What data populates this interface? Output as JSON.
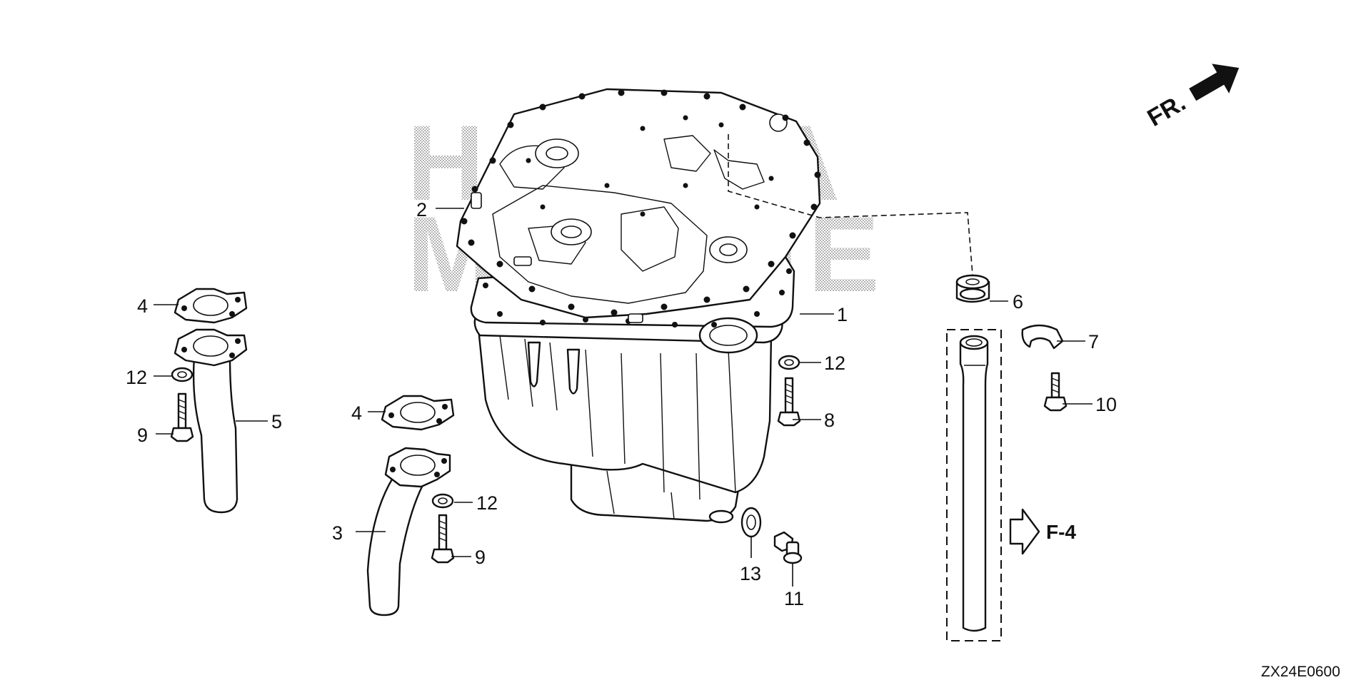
{
  "watermark": {
    "line1": "HONDA",
    "line2": "MARINE"
  },
  "orientation": {
    "label": "FR."
  },
  "reference": {
    "label": "F-4"
  },
  "diagram_code": "ZX24E0600",
  "callouts": {
    "c1": "1",
    "c2": "2",
    "c3": "3",
    "c4a": "4",
    "c4b": "4",
    "c5": "5",
    "c6": "6",
    "c7": "7",
    "c8": "8",
    "c9a": "9",
    "c9b": "9",
    "c10": "10",
    "c11": "11",
    "c12a": "12",
    "c12b": "12",
    "c12c": "12",
    "c13": "13"
  }
}
